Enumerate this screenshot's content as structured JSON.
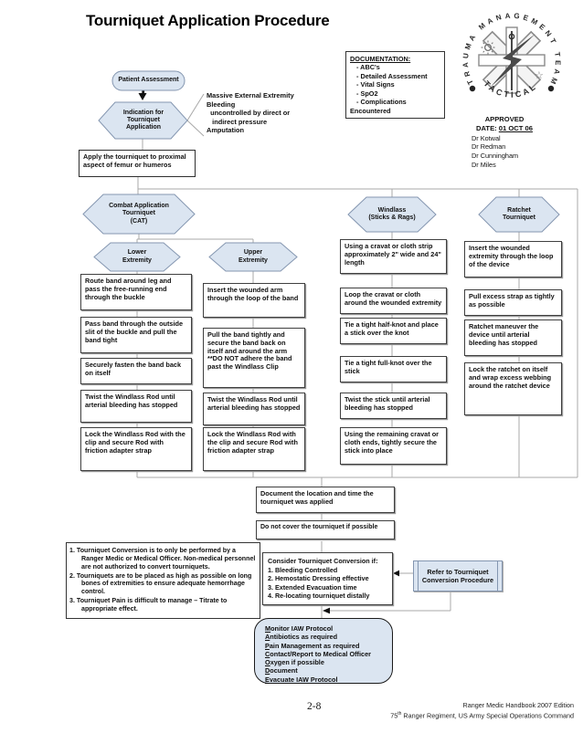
{
  "title": "Tourniquet Application Procedure",
  "flow": {
    "patient_assessment": "Patient Assessment",
    "indication": "Indication for\nTourniquet\nApplication",
    "criteria": "Massive External Extremity\nBleeding\n  uncontrolled by direct or\n   indirect pressure\nAmputation",
    "apply": "Apply the tourniquet to proximal\naspect of femur or humeros"
  },
  "documentation": {
    "title": "DOCUMENTATION:",
    "items": [
      "- ABC's",
      "- Detailed Assessment",
      "- Vital Signs",
      "- SpO2",
      "- Complications"
    ],
    "suffix": "Encountered"
  },
  "logo": {
    "arc_top": "TRAUMA MANAGEMENT TEAM",
    "arc_bottom": "TACTICAL"
  },
  "approval": {
    "line1": "APPROVED",
    "date_label": "DATE:",
    "date_value": "01 OCT 06",
    "signatories": [
      "Dr Kotwal",
      "Dr Redman",
      "Dr Cunningham",
      "Dr Miles"
    ]
  },
  "branches": {
    "cat": "Combat Application\nTourniquet\n(CAT)",
    "windlass": "Windlass\n(Sticks & Rags)",
    "ratchet": "Ratchet\nTourniquet",
    "lower": "Lower\nExtremity",
    "upper": "Upper\nExtremity"
  },
  "steps": {
    "lower": [
      "Route band around leg and pass the free-running end through the buckle",
      "Pass band through the outside slit of the buckle and pull the band tight",
      "Securely fasten the band back on itself",
      "Twist the Windlass Rod until arterial bleeding has stopped",
      "Lock the Windlass Rod with the clip and secure Rod with friction adapter strap"
    ],
    "upper": [
      "Insert the wounded arm through the loop of the band",
      "Pull the band tightly and secure the band back on itself and around the arm **DO NOT adhere the band past the Windlass Clip",
      "Twist the Windlass Rod until arterial bleeding has stopped",
      "Lock the Windlass Rod with the clip and secure Rod with friction adapter strap"
    ],
    "windlass": [
      "Using a cravat or cloth strip approximately 2\" wide and 24\" length",
      "Loop the cravat or cloth around the wounded extremity",
      "Tie a tight half-knot and place a stick over the knot",
      "Tie a tight full-knot over the stick",
      "Twist the stick until arterial bleeding has stopped",
      "Using the remaining cravat or cloth ends, tightly secure the stick into place"
    ],
    "ratchet": [
      "Insert the wounded extremity through the loop of the device",
      "Pull excess strap as tightly as possible",
      "Ratchet maneuver the device until arterial bleeding has stopped",
      "Lock the ratchet on itself and wrap excess webbing around the ratchet device"
    ]
  },
  "shared": {
    "document_box": "Document the location and time the tourniquet was applied",
    "no_cover_box": "Do not cover the tourniquet if possible"
  },
  "notes": [
    "1. Tourniquet Conversion is to only be performed by a Ranger Medic or Medical Officer.  Non-medical personnel are not authorized to convert tourniquets.",
    "2. Tourniquets are to be placed as high as possible on long bones of extremities to ensure adequate hemorrhage control.",
    "3. Tourniquet Pain is difficult to manage – Titrate to appropriate effect."
  ],
  "conversion": {
    "title": "Consider Tourniquet Conversion if:",
    "items": [
      "1.  Bleeding Controlled",
      "2.  Hemostatic Dressing effective",
      "3. Extended Evacuation time",
      "4. Re-locating tourniquet distally"
    ],
    "refer": "Refer to Tourniquet\nConversion Procedure"
  },
  "monitor": {
    "lines": [
      "Monitor IAW Protocol",
      "Antibiotics as required",
      "Pain Management as required",
      "Contact/Report to Medical Officer",
      "Oxygen if possible",
      "Document",
      "Evacuate IAW Protocol"
    ]
  },
  "footer": {
    "page": "2-8",
    "line1": "Ranger Medic Handbook 2007 Edition",
    "line2_pre": "75",
    "line2_sup": "th",
    "line2_post": " Ranger Regiment, US Army Special Operations Command"
  },
  "colors": {
    "shape_fill": "#dbe5f1",
    "shape_border": "#8496b0",
    "box_border": "#3f3f3f",
    "connector": "#a8a8a8",
    "arrow": "#111111"
  }
}
